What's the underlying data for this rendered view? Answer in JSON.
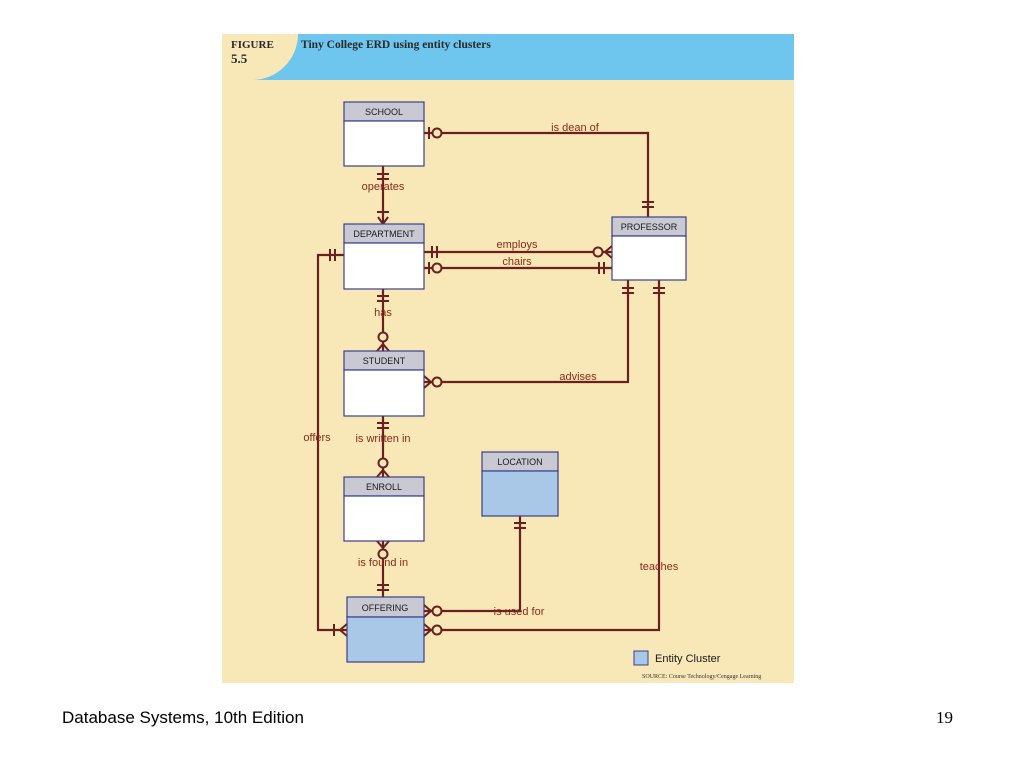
{
  "figure": {
    "label": "FIGURE",
    "number": "5.5",
    "title": "Tiny College ERD using entity clusters"
  },
  "entities": {
    "school": "SCHOOL",
    "department": "DEPARTMENT",
    "professor": "PROFESSOR",
    "student": "STUDENT",
    "enroll": "ENROLL",
    "location": "LOCATION",
    "offering": "OFFERING"
  },
  "relationships": {
    "is_dean_of": "is dean of",
    "operates": "operates",
    "employs": "employs",
    "chairs": "chairs",
    "has": "has",
    "advises": "advises",
    "offers": "offers",
    "is_written_in": "is written in",
    "is_found_in": "is found in",
    "is_used_for": "is used for",
    "teaches": "teaches"
  },
  "legend": {
    "label": "Entity Cluster",
    "color": "#a9c7e6"
  },
  "source": "SOURCE: Course Technology/Cengage Learning",
  "footer": {
    "book": "Database Systems, 10th Edition",
    "page": "19"
  },
  "colors": {
    "background": "#f9e8b7",
    "header": "#6ec6ee",
    "relationship": "#6b1f1f",
    "entity_border": "#3a3f8a"
  }
}
